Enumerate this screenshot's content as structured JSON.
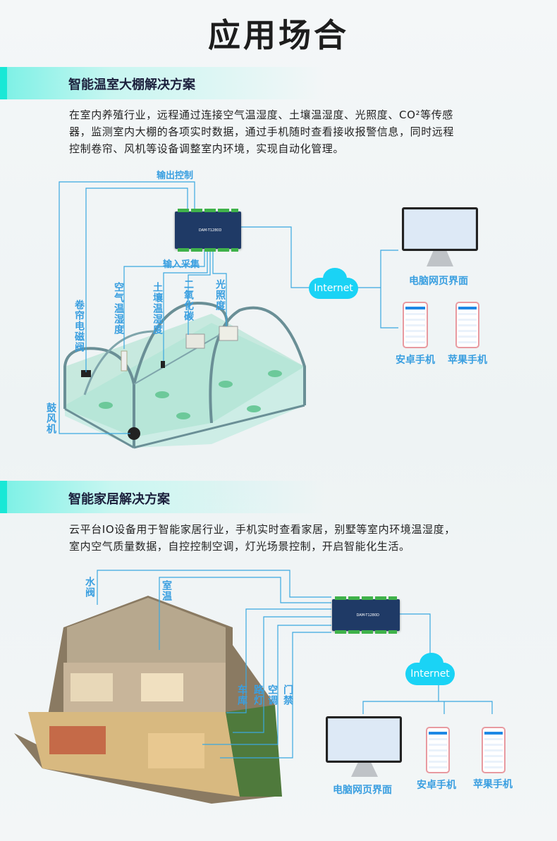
{
  "page_title": "应用场合",
  "greenhouse": {
    "heading": "智能温室大棚解决方案",
    "description_lines": [
      "在室内养殖行业，远程通过连接空气温湿度、土壤温湿度、光照度、CO²等传感",
      "器，监测室内大棚的各项实时数据，通过手机随时查看接收报警信息，同时远程",
      "控制卷帘、风机等设备调整室内环境，实现自动化管理。"
    ],
    "output_label": "输出控制",
    "input_label": "输入采集",
    "sensor_labels": [
      "空气温湿度",
      "土壤温湿度",
      "二氧化碳",
      "光照度"
    ],
    "actuator_labels": [
      "卷帘电磁阀",
      "鼓风机"
    ],
    "device_model": "DAM-T1280D",
    "internet": "Internet",
    "clients": [
      "电脑网页界面",
      "安卓手机",
      "苹果手机"
    ]
  },
  "smarthome": {
    "heading": "智能家居解决方案",
    "description_lines": [
      "云平台IO设备用于智能家居行业，手机实时查看家居，别墅等室内环境温湿度，",
      "室内空气质量数据，自控控制空调，灯光场景控制，开启智能化生活。"
    ],
    "top_labels": [
      "水阀",
      "室温"
    ],
    "bottom_labels": [
      "车库",
      "路灯",
      "空调",
      "门禁"
    ],
    "device_model": "DAM-T1280D",
    "internet": "Internet",
    "clients": [
      "电脑网页界面",
      "安卓手机",
      "苹果手机"
    ]
  },
  "colors": {
    "accent_line": "#3aa8e0",
    "cloud": "#1ad3f5",
    "band": "#19e8d6",
    "device": "#1f3a66"
  }
}
